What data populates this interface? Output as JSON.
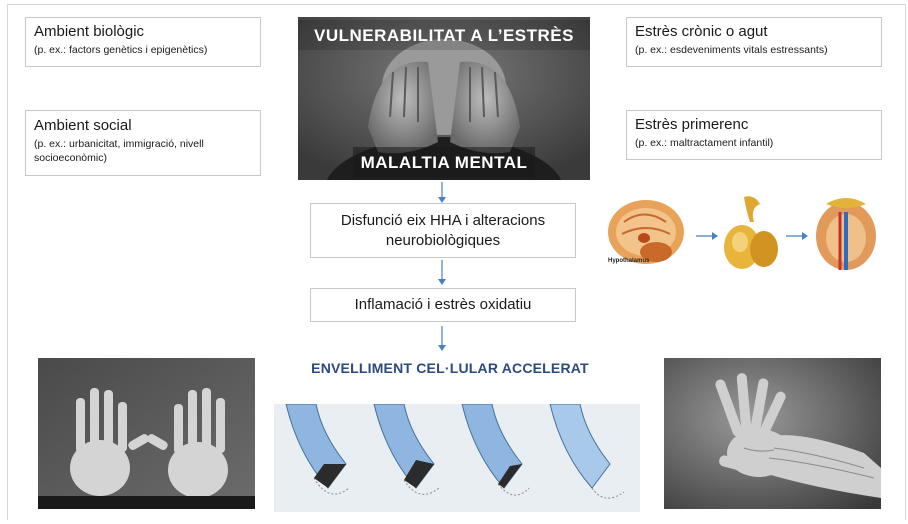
{
  "top_left": {
    "box1": {
      "title": "Ambient biològic",
      "sub": "(p. ex.: factors genètics i epigenètics)"
    },
    "box2": {
      "title": "Ambient social",
      "sub": "(p. ex.: urbanicitat, immigració, nivell socioeconòmic)"
    }
  },
  "top_right": {
    "box1": {
      "title": "Estrès crònic o agut",
      "sub": "(p. ex.: esdeveniments vitals estressants)"
    },
    "box2": {
      "title": "Estrès primerenc",
      "sub": "(p. ex.: maltractament infantil)"
    }
  },
  "center_photo": {
    "top_label": "VULNERABILITAT A L’ESTRÈS",
    "bottom_label": "MALALTIA MENTAL"
  },
  "flow": {
    "step1": "Disfunció eix HHA i alteracions neurobiològiques",
    "step2": "Inflamació i estrès oxidatiu",
    "result": "ENVELLIMENT CEL·LULAR ACCELERAT"
  },
  "hpa_illustration": {
    "brain_label": "Hypothalamus",
    "icons": [
      "brain-icon",
      "pituitary-icon",
      "kidney-adrenal-icon"
    ]
  },
  "colors": {
    "accent_blue": "#2b4a7e",
    "arrow_blue": "#4a7fc1",
    "box_border": "#c8c8c8"
  }
}
